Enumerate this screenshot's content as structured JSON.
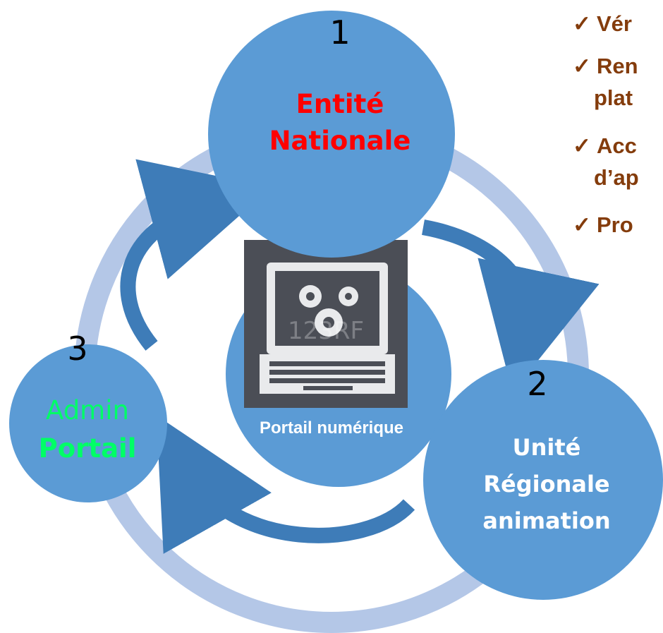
{
  "colors": {
    "node_fill": "#5b9bd5",
    "ring": "#b4c7e7",
    "arrow": "#3e7cb8",
    "national_text": "#ff0000",
    "admin_text": "#00ff66",
    "white_text": "#ffffff",
    "list_text": "#843c0c"
  },
  "nodes": {
    "national": {
      "number": "1",
      "line1": "Entité",
      "line2": "Nationale"
    },
    "regional": {
      "number": "2",
      "line1": "Unité",
      "line2": "Régionale",
      "line3": "animation"
    },
    "admin": {
      "number": "3",
      "line1": "Admin",
      "line2": "Portail"
    },
    "center": {
      "caption": "Portail numérique",
      "icon": "laptop-gears-icon",
      "watermark": "123RF"
    }
  },
  "side_list": {
    "items": [
      {
        "text": "Vér"
      },
      {
        "text": "Ren",
        "continuation": "plat"
      },
      {
        "text": "Acc",
        "continuation": "d’ap"
      },
      {
        "text": "Pro"
      }
    ]
  }
}
